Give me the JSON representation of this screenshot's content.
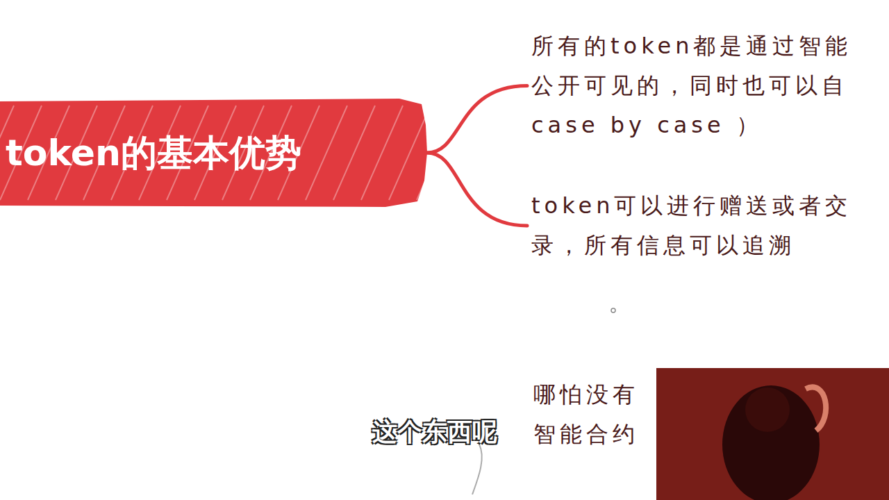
{
  "diagram": {
    "nodes": [
      {
        "text": [
          "token的基本优势"
        ]
      },
      {
        "text": [
          "所有的token都是通过智能 公开可见的，同时也可以自 case by case ）"
        ]
      },
      {
        "text": [
          "token可以进行赠送或者交 录，所有信息可以追溯"
        ]
      }
    ],
    "edges": [
      {
        "from": 0,
        "to": 1,
        "arrow": "none"
      },
      {
        "from": 0,
        "to": 2,
        "arrow": "none"
      }
    ],
    "labels": [
      "哪怕没有 智能合约",
      "这个东西呢"
    ]
  }
}
